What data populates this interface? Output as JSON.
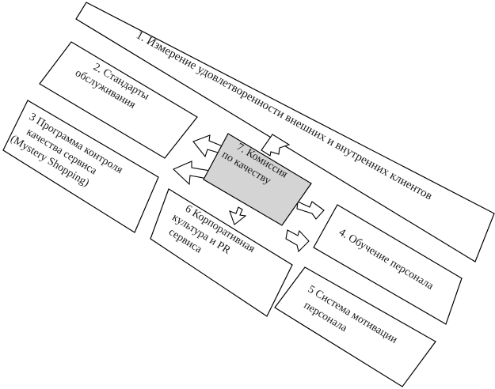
{
  "colors": {
    "box_fill": "#ffffff",
    "box_stroke": "#000000",
    "center_fill": "#d4d4d4",
    "text": "#1a1a1a"
  },
  "boxes": {
    "b1": {
      "lines": [
        "1. Измерение удовлетворенности внешних и внутренних клиентов"
      ]
    },
    "b2": {
      "lines": [
        "2. Стандарты",
        "обслуживания"
      ]
    },
    "b3": {
      "lines": [
        "3 Программа контроля",
        "качества сервиса",
        "(Mystery Shopping)"
      ]
    },
    "b4": {
      "lines": [
        "4. Обучение персонала"
      ]
    },
    "b5": {
      "lines": [
        "5 Система мотивации",
        "персонала"
      ]
    },
    "b6": {
      "lines": [
        "6 Корпоративная",
        "культура и PR",
        "сервиса"
      ]
    },
    "b7": {
      "lines": [
        "7. Комиссия",
        "по качеству"
      ]
    }
  }
}
